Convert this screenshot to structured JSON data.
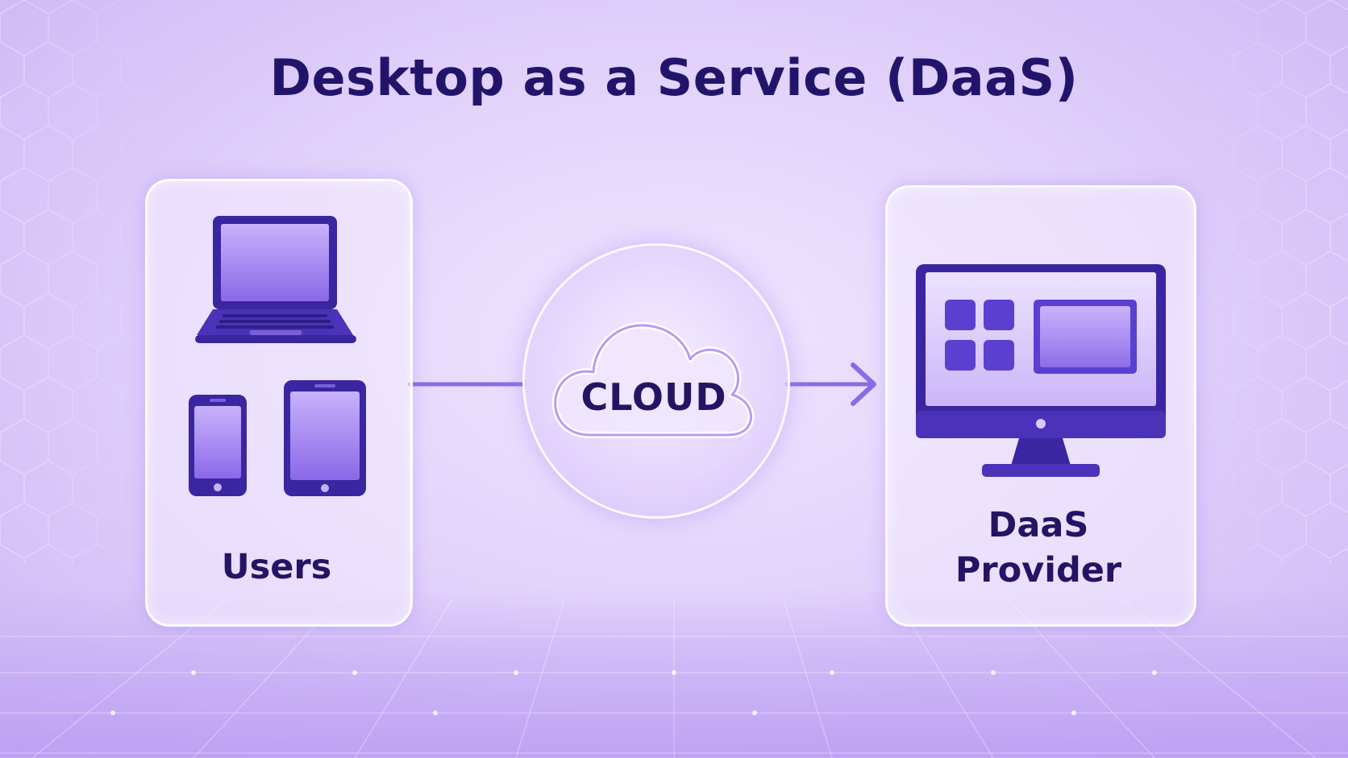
{
  "title": "Desktop as a Service (DaaS)",
  "users": {
    "label": "Users",
    "icons": [
      "laptop-icon",
      "smartphone-icon",
      "tablet-icon"
    ]
  },
  "cloud": {
    "label": "CLOUD",
    "icon": "cloud-icon"
  },
  "provider": {
    "label_line1": "DaaS",
    "label_line2": "Provider",
    "icon": "desktop-monitor-icon"
  },
  "colors": {
    "accent": "#5b3fd0",
    "text": "#23146b",
    "background": "#e2d3fb"
  }
}
